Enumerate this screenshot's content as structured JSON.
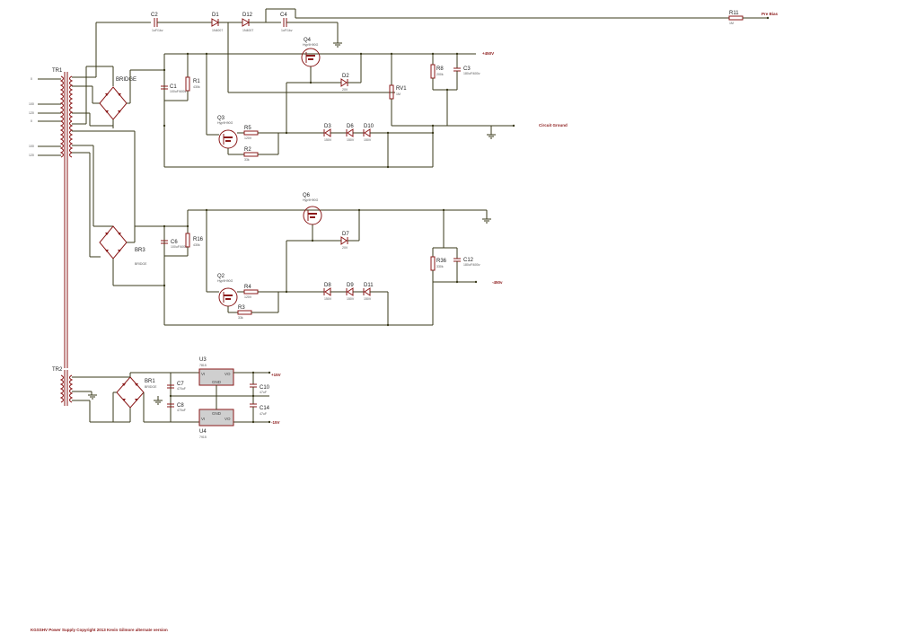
{
  "title_block": "KGSSHV Power Supply Copyright 2013 Kevin Gilmore  alternate version",
  "transformer": {
    "tr1_label": "TR1",
    "tr1_taps": [
      "0",
      "100",
      "120",
      "0",
      "100",
      "120"
    ],
    "tr2_label": "TR2"
  },
  "components": {
    "C2": {
      "ref": "C2",
      "value": "1uF/1kv"
    },
    "D1": {
      "ref": "D1",
      "value": "1N4007"
    },
    "D12": {
      "ref": "D12",
      "value": "1N4007"
    },
    "C4": {
      "ref": "C4",
      "value": "1uF/1kv"
    },
    "R11": {
      "ref": "R11",
      "value": "1M"
    },
    "BRIDGE_TOP": {
      "ref": "BRIDGE"
    },
    "C1": {
      "ref": "C1",
      "value": "100uF/600v"
    },
    "R1": {
      "ref": "R1",
      "value": "430k"
    },
    "Q4": {
      "ref": "Q4",
      "value": "Hyp9H90G"
    },
    "D2": {
      "ref": "D2",
      "value": "20V"
    },
    "RV1": {
      "ref": "RV1",
      "value": "1M"
    },
    "R8": {
      "ref": "R8",
      "value": "200k"
    },
    "C3": {
      "ref": "C3",
      "value": "180uF/600v"
    },
    "Q3": {
      "ref": "Q3",
      "value": "Hyp9H90G"
    },
    "R5": {
      "ref": "R5",
      "value": "120V"
    },
    "R2": {
      "ref": "R2",
      "value": "33k"
    },
    "D3": {
      "ref": "D3",
      "value": "150V"
    },
    "D6": {
      "ref": "D6",
      "value": "150V"
    },
    "D10": {
      "ref": "D10",
      "value": "150V"
    },
    "Q6": {
      "ref": "Q6",
      "value": "Hyp9H90G"
    },
    "BR3": {
      "ref": "BR3",
      "value": "BRIDGE"
    },
    "C6": {
      "ref": "C6",
      "value": "100uF/600v"
    },
    "R16": {
      "ref": "R16",
      "value": "430k"
    },
    "D7": {
      "ref": "D7",
      "value": "20V"
    },
    "R36": {
      "ref": "R36",
      "value": "330k"
    },
    "C12": {
      "ref": "C12",
      "value": "180uF/600v"
    },
    "Q2": {
      "ref": "Q2",
      "value": "Hyp9H90G"
    },
    "R4": {
      "ref": "R4",
      "value": "120V"
    },
    "R3": {
      "ref": "R3",
      "value": "33k"
    },
    "D8": {
      "ref": "D8",
      "value": "150V"
    },
    "D9": {
      "ref": "D9",
      "value": "150V"
    },
    "D11": {
      "ref": "D11",
      "value": "150V"
    },
    "BR1": {
      "ref": "BR1",
      "value": "BRIDGE"
    },
    "C7": {
      "ref": "C7",
      "value": "470uF"
    },
    "C8": {
      "ref": "C8",
      "value": "470uF"
    },
    "U3": {
      "ref": "U3",
      "value": "7815"
    },
    "U4": {
      "ref": "U4",
      "value": "7915"
    },
    "C10": {
      "ref": "C10",
      "value": "47uF"
    },
    "C14": {
      "ref": "C14",
      "value": "47uF"
    }
  },
  "nets": {
    "pre_bias": "Pre Bias",
    "plus_hv": "+450V",
    "circuit_ground": "Circuit Ground",
    "minus_hv": "-450v",
    "plus_15": "+15V",
    "minus_15": "-15V"
  },
  "regulator_pins": {
    "u3_left": "VI",
    "u3_right": "VO",
    "u3_gnd": "GND",
    "u4_left": "VI",
    "u4_right": "VO",
    "u4_gnd": "GND"
  },
  "colors": {
    "wire": "#3a3a1a",
    "component": "#8b1a1a",
    "background": "#ffffff"
  }
}
